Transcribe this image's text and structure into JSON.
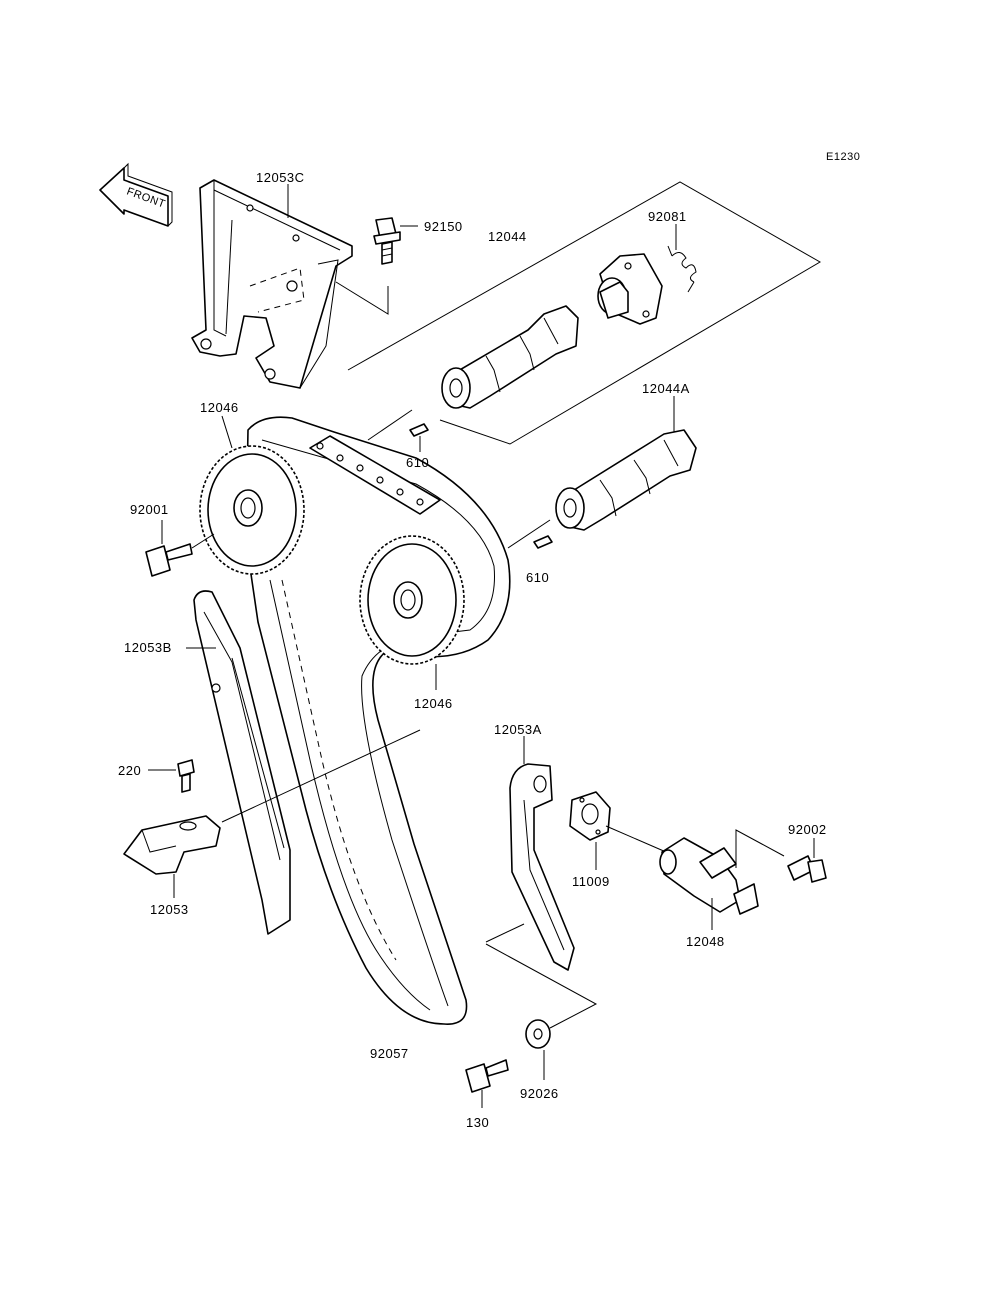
{
  "drawing_code": "E1230",
  "front_arrow_label": "FRONT",
  "labels": {
    "l_12053c": "12053C",
    "l_92150": "92150",
    "l_12044": "12044",
    "l_92081": "92081",
    "l_12046_top": "12046",
    "l_610_top": "610",
    "l_12044a": "12044A",
    "l_92001": "92001",
    "l_610_mid": "610",
    "l_12053b": "12053B",
    "l_12046_mid": "12046",
    "l_12053a": "12053A",
    "l_220": "220",
    "l_92002": "92002",
    "l_11009": "11009",
    "l_12053": "12053",
    "l_12048": "12048",
    "l_92057": "92057",
    "l_92026": "92026",
    "l_130": "130"
  }
}
